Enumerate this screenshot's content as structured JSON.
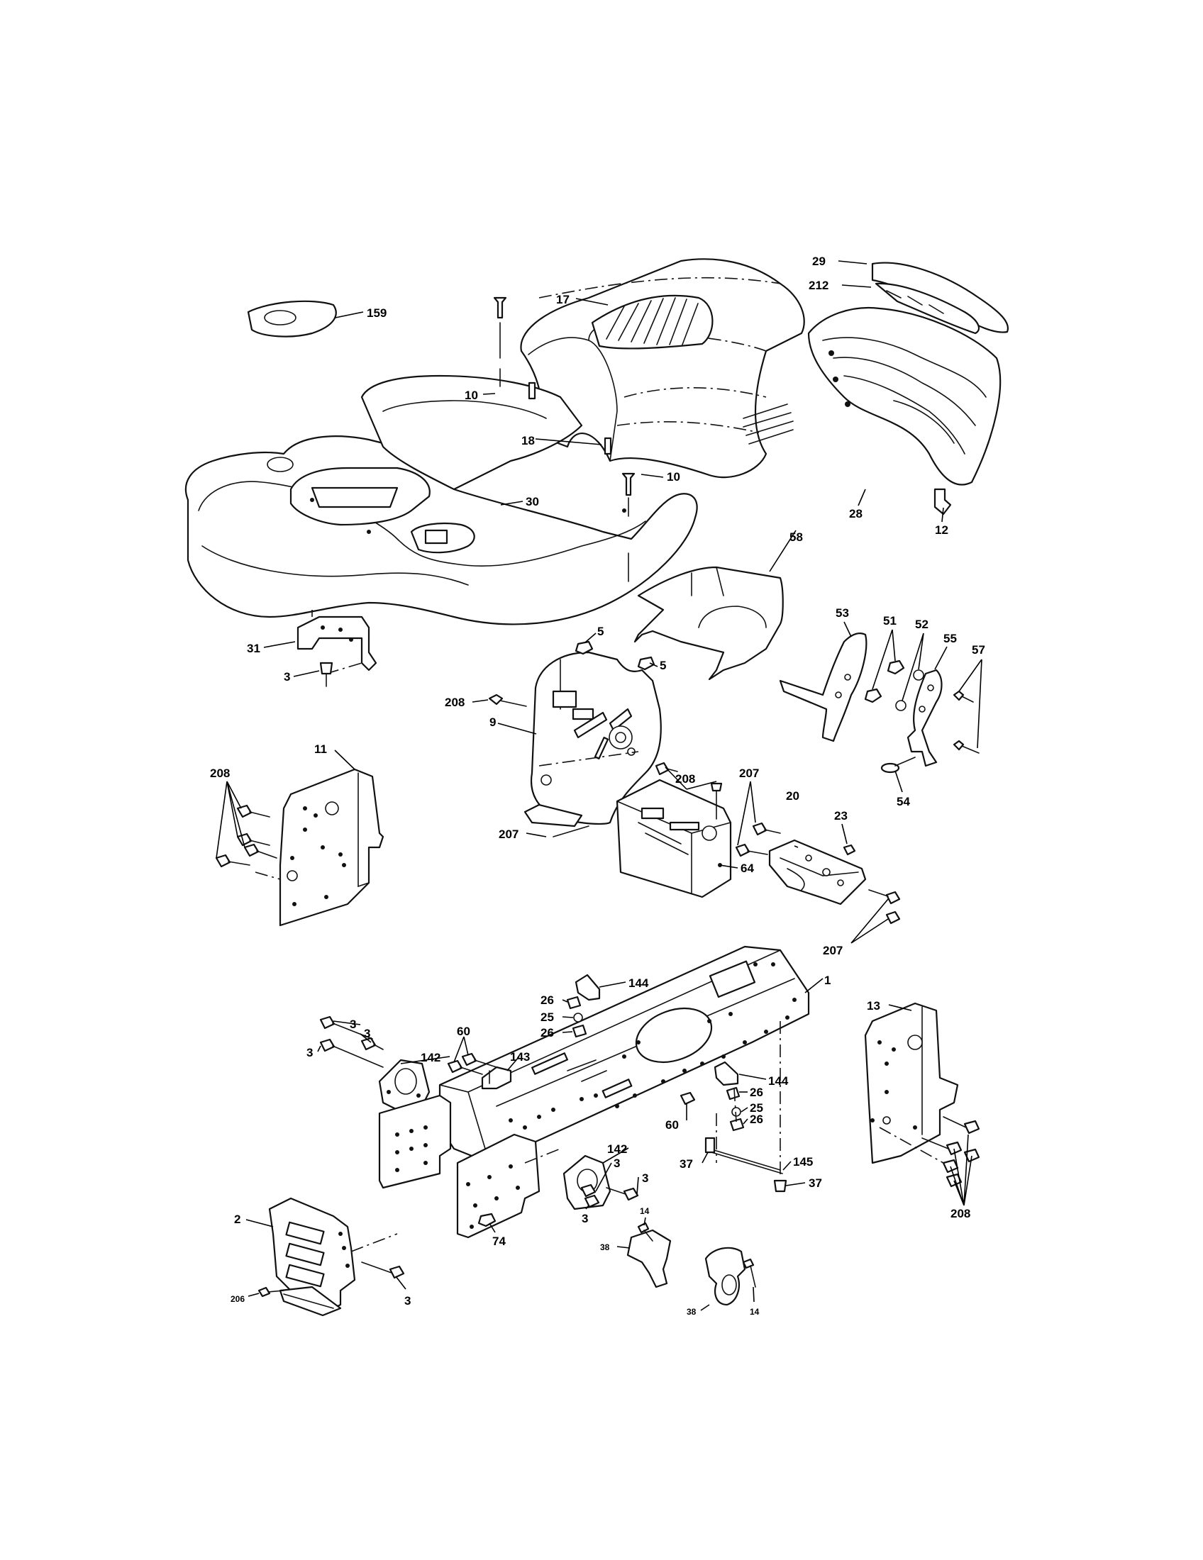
{
  "callouts": [
    {
      "id": "c-29",
      "text": "29"
    },
    {
      "id": "c-212",
      "text": "212"
    },
    {
      "id": "c-17",
      "text": "17"
    },
    {
      "id": "c-159",
      "text": "159"
    },
    {
      "id": "c-10a",
      "text": "10"
    },
    {
      "id": "c-18",
      "text": "18"
    },
    {
      "id": "c-10b",
      "text": "10"
    },
    {
      "id": "c-30",
      "text": "30"
    },
    {
      "id": "c-28",
      "text": "28"
    },
    {
      "id": "c-12",
      "text": "12"
    },
    {
      "id": "c-58",
      "text": "58"
    },
    {
      "id": "c-31",
      "text": "31"
    },
    {
      "id": "c-3a",
      "text": "3"
    },
    {
      "id": "c-5a",
      "text": "5"
    },
    {
      "id": "c-5b",
      "text": "5"
    },
    {
      "id": "c-53",
      "text": "53"
    },
    {
      "id": "c-51",
      "text": "51"
    },
    {
      "id": "c-52",
      "text": "52"
    },
    {
      "id": "c-55",
      "text": "55"
    },
    {
      "id": "c-57",
      "text": "57"
    },
    {
      "id": "c-208a",
      "text": "208"
    },
    {
      "id": "c-9",
      "text": "9"
    },
    {
      "id": "c-208b",
      "text": "208"
    },
    {
      "id": "c-11",
      "text": "11"
    },
    {
      "id": "c-208c",
      "text": "208"
    },
    {
      "id": "c-207a",
      "text": "207"
    },
    {
      "id": "c-207b",
      "text": "207"
    },
    {
      "id": "c-20",
      "text": "20"
    },
    {
      "id": "c-23",
      "text": "23"
    },
    {
      "id": "c-54",
      "text": "54"
    },
    {
      "id": "c-64",
      "text": "64"
    },
    {
      "id": "c-207c",
      "text": "207"
    },
    {
      "id": "c-1",
      "text": "1"
    },
    {
      "id": "c-13",
      "text": "13"
    },
    {
      "id": "c-144a",
      "text": "144"
    },
    {
      "id": "c-26a",
      "text": "26"
    },
    {
      "id": "c-25a",
      "text": "25"
    },
    {
      "id": "c-26b",
      "text": "26"
    },
    {
      "id": "c-3b",
      "text": "3"
    },
    {
      "id": "c-3c",
      "text": "3"
    },
    {
      "id": "c-3d",
      "text": "3"
    },
    {
      "id": "c-142a",
      "text": "142"
    },
    {
      "id": "c-60a",
      "text": "60"
    },
    {
      "id": "c-143",
      "text": "143"
    },
    {
      "id": "c-144b",
      "text": "144"
    },
    {
      "id": "c-26c",
      "text": "26"
    },
    {
      "id": "c-60b",
      "text": "60"
    },
    {
      "id": "c-25b",
      "text": "25"
    },
    {
      "id": "c-26d",
      "text": "26"
    },
    {
      "id": "c-142b",
      "text": "142"
    },
    {
      "id": "c-3e",
      "text": "3"
    },
    {
      "id": "c-3f",
      "text": "3"
    },
    {
      "id": "c-3g",
      "text": "3"
    },
    {
      "id": "c-37a",
      "text": "37"
    },
    {
      "id": "c-145",
      "text": "145"
    },
    {
      "id": "c-37b",
      "text": "37"
    },
    {
      "id": "c-208d",
      "text": "208"
    },
    {
      "id": "c-2",
      "text": "2"
    },
    {
      "id": "c-74",
      "text": "74"
    },
    {
      "id": "c-14a",
      "text": "14"
    },
    {
      "id": "c-38a",
      "text": "38"
    },
    {
      "id": "c-206",
      "text": "206"
    },
    {
      "id": "c-3h",
      "text": "3"
    },
    {
      "id": "c-38b",
      "text": "38"
    },
    {
      "id": "c-14b",
      "text": "14"
    }
  ]
}
